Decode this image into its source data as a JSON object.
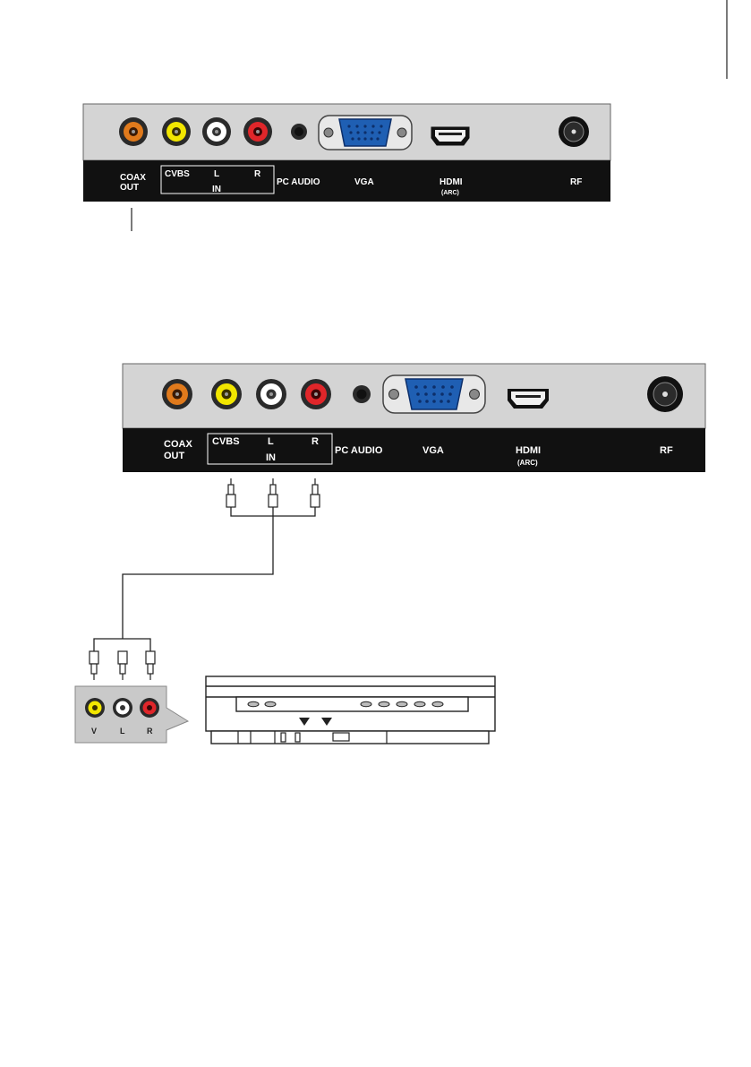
{
  "panel": {
    "coax_line1": "COAX",
    "coax_line2": "OUT",
    "cvbs": "CVBS",
    "left": "L",
    "right": "R",
    "in": "IN",
    "pc_audio": "PC AUDIO",
    "vga": "VGA",
    "hdmi": "HDMI",
    "arc": "(ARC)",
    "rf": "RF"
  },
  "device": {
    "video": "V",
    "left": "L",
    "right": "R"
  },
  "colors": {
    "panel_top": "#d4d4d4",
    "panel_bottom": "#111111",
    "coax_jack": "#e07a1c",
    "cvbs_jack": "#f2e600",
    "left_jack": "#ffffff",
    "right_jack": "#e0262a",
    "vga_port": "#1f5fb3"
  }
}
